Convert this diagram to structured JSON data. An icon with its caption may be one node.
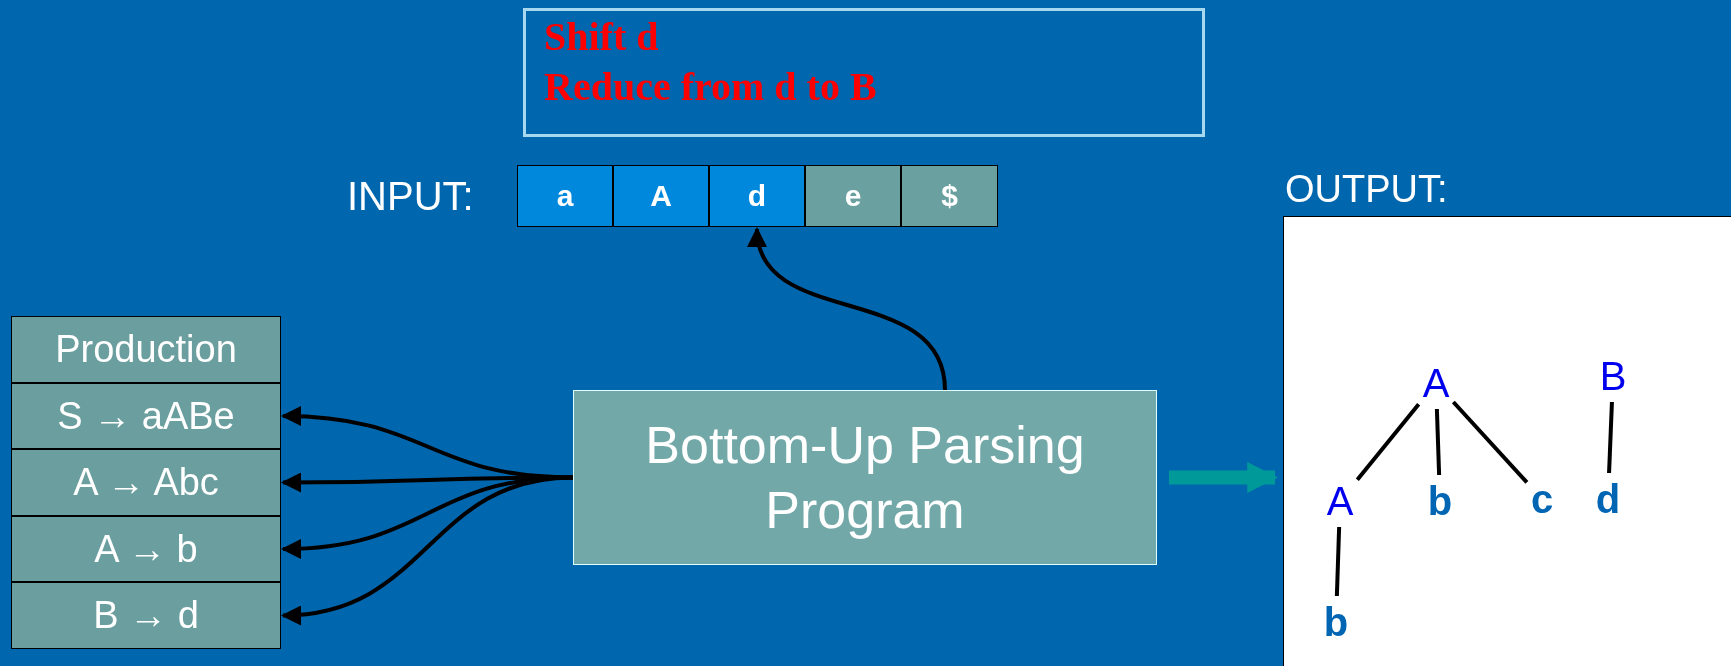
{
  "diagram": {
    "nodes": [
      {
        "text": [
          "Shift d",
          "Reduce from d to B"
        ]
      },
      {
        "text": [
          "a"
        ]
      },
      {
        "text": [
          "A"
        ]
      },
      {
        "text": [
          "d"
        ]
      },
      {
        "text": [
          "e"
        ]
      },
      {
        "text": [
          "$"
        ]
      },
      {
        "text": [
          "Production"
        ]
      },
      {
        "text": [
          "S → aABe"
        ]
      },
      {
        "text": [
          "A → Abc"
        ]
      },
      {
        "text": [
          "A → b"
        ]
      },
      {
        "text": [
          "B → d"
        ]
      },
      {
        "text": [
          "Bottom-Up Parsing Program"
        ]
      },
      {
        "text": [
          "OUTPUT:"
        ]
      },
      {
        "text": [
          "A"
        ],
        "in": 12
      },
      {
        "text": [
          "B"
        ],
        "in": 12
      },
      {
        "text": [
          "A"
        ],
        "in": 12
      },
      {
        "text": [
          "b"
        ],
        "in": 12
      },
      {
        "text": [
          "c"
        ],
        "in": 12
      },
      {
        "text": [
          "d"
        ],
        "in": 12
      },
      {
        "text": [
          "b"
        ],
        "in": 12
      }
    ],
    "edges": [
      {
        "from": 11,
        "to": 3,
        "arrow": "to"
      },
      {
        "from": 11,
        "to": 7,
        "arrow": "to"
      },
      {
        "from": 11,
        "to": 8,
        "arrow": "to"
      },
      {
        "from": 11,
        "to": 9,
        "arrow": "to"
      },
      {
        "from": 11,
        "to": 10,
        "arrow": "to"
      },
      {
        "from": 11,
        "to": 12,
        "arrow": "to",
        "style": "thick",
        "color": "#009999"
      },
      {
        "from": 13,
        "to": 15,
        "arrow": "none"
      },
      {
        "from": 13,
        "to": 16,
        "arrow": "none"
      },
      {
        "from": 13,
        "to": 17,
        "arrow": "none"
      },
      {
        "from": 14,
        "to": 18,
        "arrow": "none"
      },
      {
        "from": 15,
        "to": 19,
        "arrow": "none"
      }
    ],
    "labels": [
      "INPUT:"
    ]
  }
}
